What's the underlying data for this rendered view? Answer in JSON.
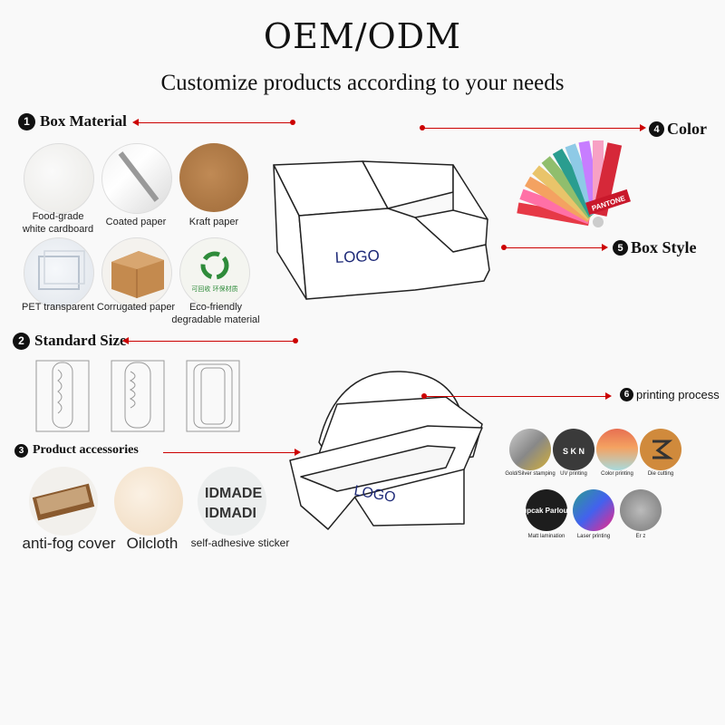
{
  "header": {
    "title": "OEM/ODM",
    "subtitle": "Customize products according to your needs"
  },
  "sections": {
    "material": {
      "num": "❶",
      "label": "Box Material"
    },
    "color": {
      "num": "❹",
      "label": "Color"
    },
    "style": {
      "num": "❺",
      "label": "Box Style"
    },
    "size": {
      "num": "❷",
      "label": "Standard Size"
    },
    "process": {
      "num": "❻",
      "label": "printing process"
    },
    "accessories": {
      "num": "❸",
      "label": "Product accessories"
    }
  },
  "materials": [
    {
      "line1": "Food-grade",
      "line2": "white cardboard"
    },
    {
      "line1": "Coated paper",
      "line2": ""
    },
    {
      "line1": "Kraft paper",
      "line2": ""
    },
    {
      "line1": "PET transparent",
      "line2": ""
    },
    {
      "line1": "Corrugated paper",
      "line2": ""
    },
    {
      "line1": "Eco-friendly",
      "line2": "degradable material"
    }
  ],
  "accessories": [
    "anti-fog cover",
    "Oilcloth",
    "self-adhesive sticker"
  ],
  "sticker_text": {
    "line1": "IDMADE",
    "line2": "IDMADI"
  },
  "eco_stamp_text": "可回收 环保材质",
  "pantone_text": "PANTONE",
  "box_logo_1": "LOGO",
  "box_logo_2": "LOGO",
  "processes": [
    "Gold/Silver stamping",
    "UV printing",
    "Color printing",
    "Die cutting",
    "Matt lamination",
    "Laser printing",
    "Er z"
  ],
  "process_art": {
    "uv_text": "S K N",
    "matt_text": "upcak Parlour"
  },
  "colors": {
    "accent_red": "#cc0000",
    "kraft": "#b07a45",
    "swatch": [
      "#e63946",
      "#f4a261",
      "#e9c46a",
      "#2a9d8f",
      "#8ecae6",
      "#c77dff",
      "#ff70a6",
      "#90be6d"
    ]
  }
}
